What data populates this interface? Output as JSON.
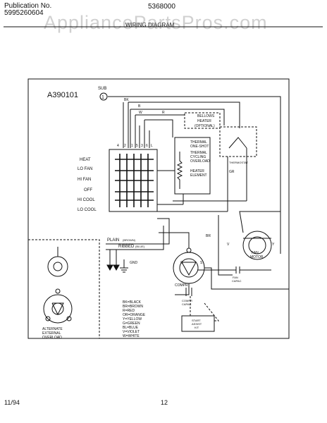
{
  "header": {
    "publication_label": "Publication No.",
    "publication_number": "5995260604",
    "part_number": "5368000",
    "subtitle": "WIRING DIAGRAM"
  },
  "watermark": "AppliancePartsPros.com",
  "diagram": {
    "model_code": "A390101",
    "sub_label": "SUB",
    "sub_number": "1",
    "switch_positions": [
      "HEAT",
      "LO FAN",
      "HI FAN",
      "OFF",
      "HI COOL",
      "LO COOL"
    ],
    "terminal_labels": [
      "4",
      "2",
      "1",
      "5",
      "3",
      "6",
      "L"
    ],
    "bellows_heater": [
      "BELLOWS",
      "HEATER",
      "(OPTIONAL)"
    ],
    "thermal_oneshot": [
      "THERMAL",
      "ONE-SHOT"
    ],
    "thermal_cycling": [
      "THERMAL",
      "CYCLING",
      "OVERLOAD"
    ],
    "heater_element": [
      "HEATER",
      "ELEMENT"
    ],
    "thermostat": "THERMOSTAT",
    "plain": "PLAIN",
    "plain_color": "(BROWN)",
    "ribbed": "RIBBED",
    "ribbed_color": "(BLUE)",
    "gnd": "GND",
    "compr": "COMPR",
    "fan_motor": [
      "FAN",
      "MOTOR"
    ],
    "fan_capac": [
      "FAN",
      "CAPAC"
    ],
    "compr_capac": [
      "COMPR",
      "CAPAC"
    ],
    "start_assist": [
      "START",
      "ASSIST",
      "KIT"
    ],
    "alternate_overload": [
      "ALTERNATE",
      "EXTERNAL",
      "OVERLOAD"
    ],
    "wire_labels": {
      "bk": "BK",
      "b": "B",
      "r": "R",
      "w": "W",
      "gr": "GR",
      "br": "BR",
      "v": "V",
      "y": "Y",
      "s": "S",
      "c": "C"
    },
    "color_legend": [
      "BK=BLACK",
      "BR=BROWN",
      "R=RED",
      "OR=ORANGE",
      "Y=YELLOW",
      "G=GREEN",
      "BL=BLUE",
      "V=VIOLET",
      "W=WHITE"
    ]
  },
  "footer": {
    "date": "11/94",
    "page": "12"
  }
}
